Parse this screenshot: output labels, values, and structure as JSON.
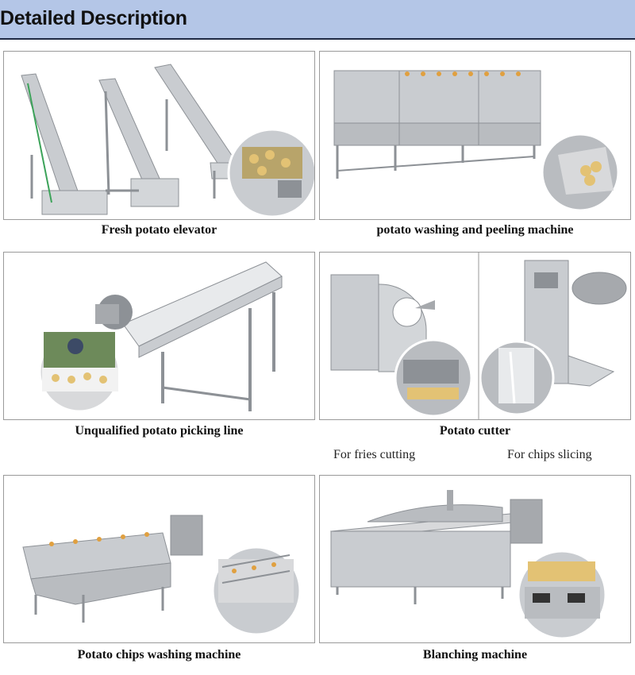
{
  "header": {
    "title": "Detailed Description"
  },
  "products": [
    {
      "caption": "Fresh potato elevator"
    },
    {
      "caption": "potato washing and peeling machine"
    },
    {
      "caption": "Unqualified potato picking line"
    },
    {
      "caption": "Potato cutter",
      "sub_left": "For fries cutting",
      "sub_right": "For chips slicing"
    },
    {
      "caption": "Potato chips washing machine"
    },
    {
      "caption": "Blanching machine"
    }
  ],
  "colors": {
    "header_bg": "#b4c6e7",
    "steel": "#c9ccd0",
    "steel_dark": "#8d9196",
    "belt": "#e8eaec",
    "potato": "#e3c274"
  }
}
